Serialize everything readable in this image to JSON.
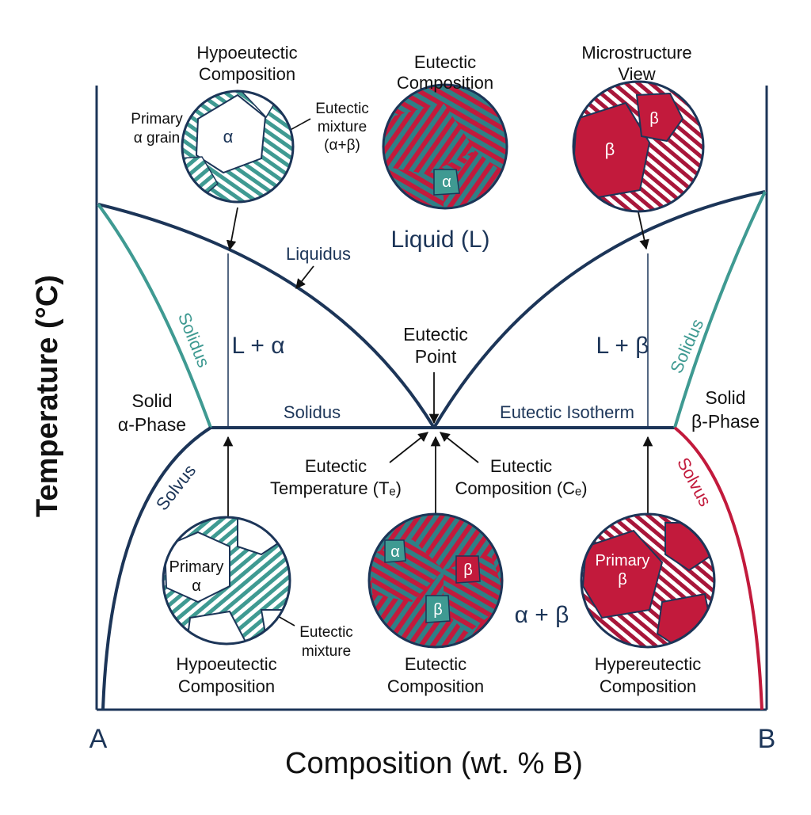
{
  "axes": {
    "y_label": "Temperature (°C)",
    "x_label": "Composition (wt. % B)",
    "left_end": "A",
    "right_end": "B"
  },
  "regions": {
    "liquid": "Liquid (L)",
    "l_alpha": "L + α",
    "l_beta": "L + β",
    "solid_alpha_1": "Solid",
    "solid_alpha_2": "α-Phase",
    "solid_beta_1": "Solid",
    "solid_beta_2": "β-Phase",
    "alpha_beta": "α + β"
  },
  "lines": {
    "liquidus": "Liquidus",
    "solidus_left": "Solidus",
    "solidus_right": "Solidus",
    "solidus_mid": "Solidus",
    "eutectic_isotherm": "Eutectic Isotherm",
    "solvus_left": "Solvus",
    "solvus_right": "Solvus"
  },
  "eutectic": {
    "point_1": "Eutectic",
    "point_2": "Point",
    "temp_1": "Eutectic",
    "temp_2": "Temperature (Tₑ)",
    "comp_1": "Eutectic",
    "comp_2": "Composition (Cₑ)"
  },
  "top_views": {
    "hypo_title_1": "Hypoeutectic",
    "hypo_title_2": "Composition",
    "primary_grain_1": "Primary",
    "primary_grain_2": "α grain",
    "eutectic_mix_1": "Eutectic",
    "eutectic_mix_2": "mixture",
    "eutectic_mix_3": "(α+β)",
    "hypo_alpha": "α",
    "eut_title_1": "Eutectic",
    "eut_title_2": "Composition",
    "eut_alpha": "α",
    "micro_title_1": "Microstructure",
    "micro_title_2": "View",
    "micro_beta_1": "β",
    "micro_beta_2": "β"
  },
  "bottom_views": {
    "hypo_primary_1": "Primary",
    "hypo_primary_2": "α",
    "hypo_mix_1": "Eutectic",
    "hypo_mix_2": "mixture",
    "hypo_title_1": "Hypoeutectic",
    "hypo_title_2": "Composition",
    "eut_alpha": "α",
    "eut_beta_1": "β",
    "eut_beta_2": "β",
    "eut_title_1": "Eutectic",
    "eut_title_2": "Composition",
    "hyper_primary_1": "Primary",
    "hyper_primary_2": "β",
    "hyper_title_1": "Hypereutectic",
    "hyper_title_2": "Composition"
  },
  "colors": {
    "navy": "#1c3558",
    "teal": "#3f9a92",
    "crimson": "#c21a3c",
    "ink": "#111111"
  }
}
